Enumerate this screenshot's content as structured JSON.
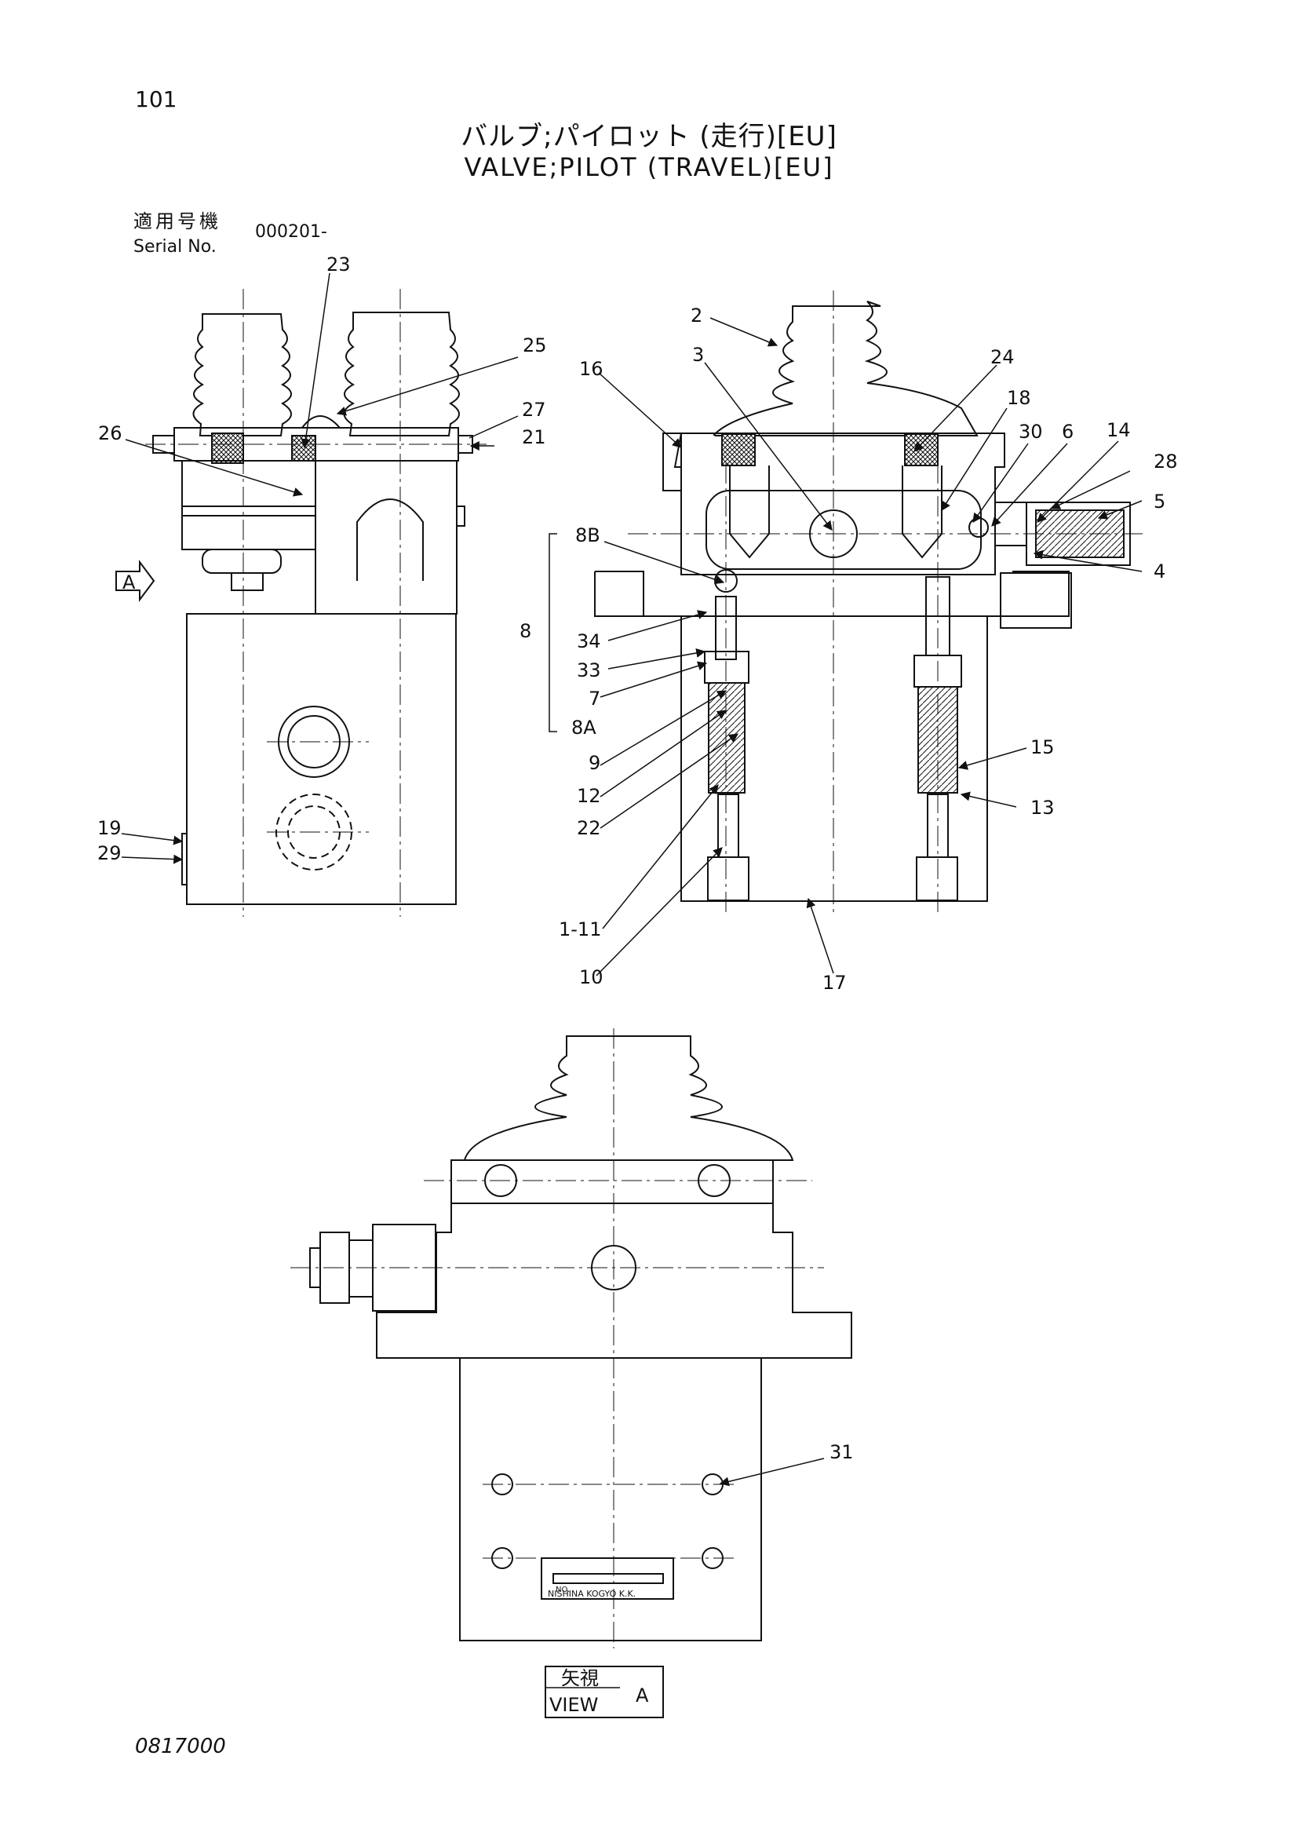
{
  "header": {
    "page_number": "101",
    "title_jp": "バルブ;パイロット (走行)[EU]",
    "title_en": "VALVE;PILOT (TRAVEL)[EU]",
    "serial_label_jp": "適用号機",
    "serial_label_en": "Serial No.",
    "serial_value": "000201-"
  },
  "callouts": {
    "c23": "23",
    "c25": "25",
    "c27": "27",
    "c21": "21",
    "c26": "26",
    "c19": "19",
    "c29": "29",
    "viewA_arrow": "A",
    "c2": "2",
    "c3": "3",
    "c16": "16",
    "c24": "24",
    "c18": "18",
    "c30": "30",
    "c6": "6",
    "c14": "14",
    "c28": "28",
    "c5": "5",
    "c4": "4",
    "c8B": "8B",
    "c8": "8",
    "c34": "34",
    "c33": "33",
    "c7": "7",
    "c8A": "8A",
    "c9": "9",
    "c12": "12",
    "c22": "22",
    "c15": "15",
    "c13": "13",
    "c1_11": "1-11",
    "c10": "10",
    "c17": "17",
    "c31": "31"
  },
  "nameplate": {
    "line1": "NO.",
    "line2": "NISHINA KOGYO K.K."
  },
  "view_label": {
    "jp": "矢視",
    "en": "VIEW",
    "letter": "A"
  },
  "footer": {
    "doc_code": "0817000"
  }
}
